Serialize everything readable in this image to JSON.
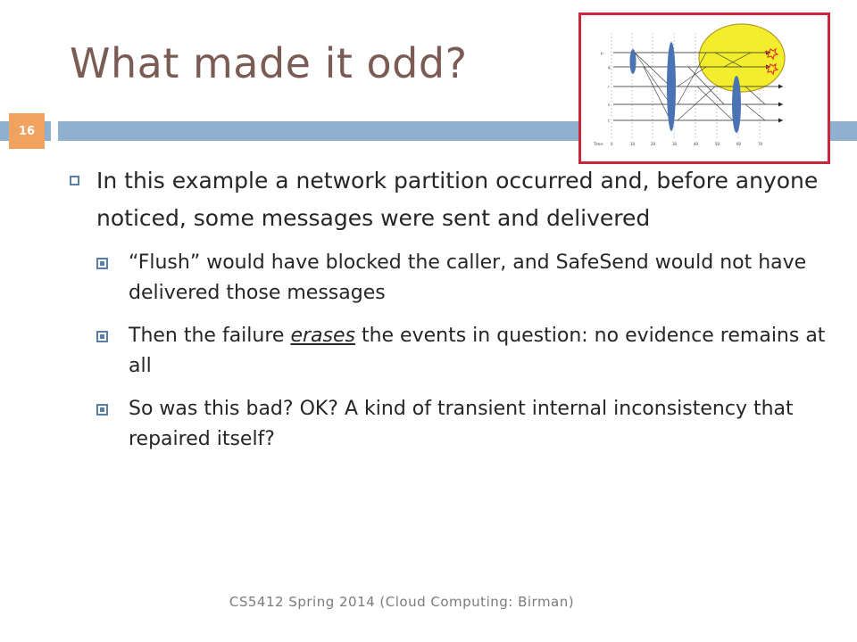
{
  "slide": {
    "title": "What made it odd?",
    "number": "16",
    "footer": "CS5412 Spring 2014 (Cloud Computing: Birman)"
  },
  "bullets": {
    "main": "In this example a network partition occurred and, before anyone noticed, some messages were sent and delivered",
    "sub": [
      "“Flush” would have blocked the caller, and SafeSend would not have delivered those messages",
      {
        "before": "Then the failure ",
        "emphasis": "erases",
        "after": " the events in question: no evidence remains at all"
      },
      "So was this bad?  OK?  A kind of transient internal inconsistency that repaired itself?"
    ]
  },
  "diagram": {
    "row_labels": [
      "p",
      "q",
      "r",
      "s",
      "t"
    ],
    "time_label": "Time:",
    "time_ticks": [
      "0",
      "10",
      "20",
      "30",
      "40",
      "50",
      "60",
      "70"
    ],
    "colors": {
      "highlight_fill": "#f2ee2e",
      "highlight_stroke": "#b89a22",
      "membership_oval": "#4a73b4",
      "frame": "#c8283a",
      "failure_star": "#e23a2a"
    }
  },
  "colors": {
    "title": "#7a5c55",
    "rule": "#8fb1cf",
    "slide_number_bg": "#f0a25e",
    "bullet": "#5a7fa6",
    "text": "#262626"
  }
}
